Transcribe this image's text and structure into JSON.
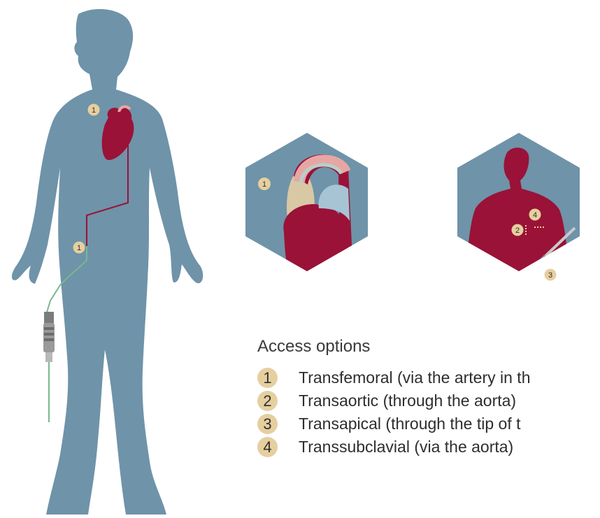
{
  "colors": {
    "body": "#6f93a9",
    "heart": "#9a1237",
    "aorta_light": "#e7a6a4",
    "aorta_band": "#b8cfc6",
    "catheter": "#78b88f",
    "badge": "#e6cf9f",
    "badge_text": "#2f2f2f"
  },
  "figure_markers": {
    "heart_marker": "1",
    "groin_marker": "1",
    "hex1_marker": "1",
    "hex2_marker_top": "4",
    "hex2_marker_mid": "2",
    "hex2_marker_bottom": "3"
  },
  "legend": {
    "title": "Access options",
    "items": [
      {
        "number": "1",
        "text": "Transfemoral (via the artery in th"
      },
      {
        "number": "2",
        "text": "Transaortic (through the aorta)"
      },
      {
        "number": "3",
        "text": "Transapical (through the tip of t"
      },
      {
        "number": "4",
        "text": "Transsubclavial (via the aorta)"
      }
    ]
  }
}
